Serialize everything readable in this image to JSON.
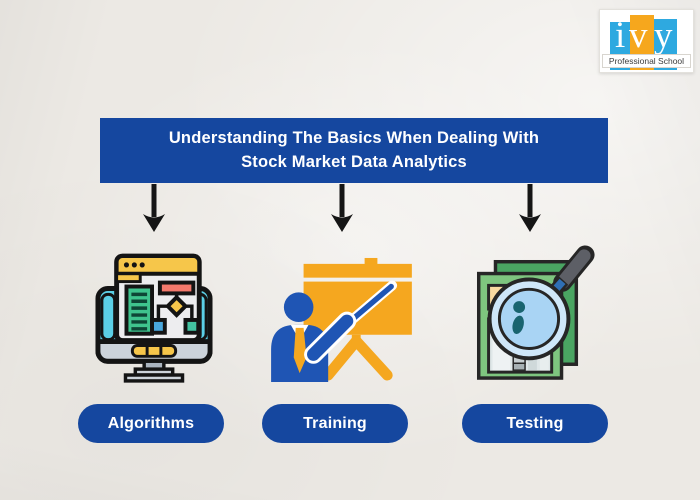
{
  "logo": {
    "letters": [
      "i",
      "v",
      "y"
    ],
    "subtitle": "Professional School",
    "colors": {
      "blue": "#2EA9E0",
      "orange": "#F6A71D"
    }
  },
  "banner": {
    "line1": "Understanding The Basics When Dealing With",
    "line2": "Stock Market Data Analytics",
    "bg": "#15479F",
    "text_color": "#FFFFFF"
  },
  "columns": [
    {
      "label": "Algorithms",
      "icon": "computer-flowchart-icon"
    },
    {
      "label": "Training",
      "icon": "presenter-whiteboard-icon"
    },
    {
      "label": "Testing",
      "icon": "magnifier-report-icon"
    }
  ],
  "pill": {
    "bg": "#15479F",
    "text_color": "#FFFFFF"
  },
  "arrow_color": "#151515",
  "background": "#ECE9E4"
}
